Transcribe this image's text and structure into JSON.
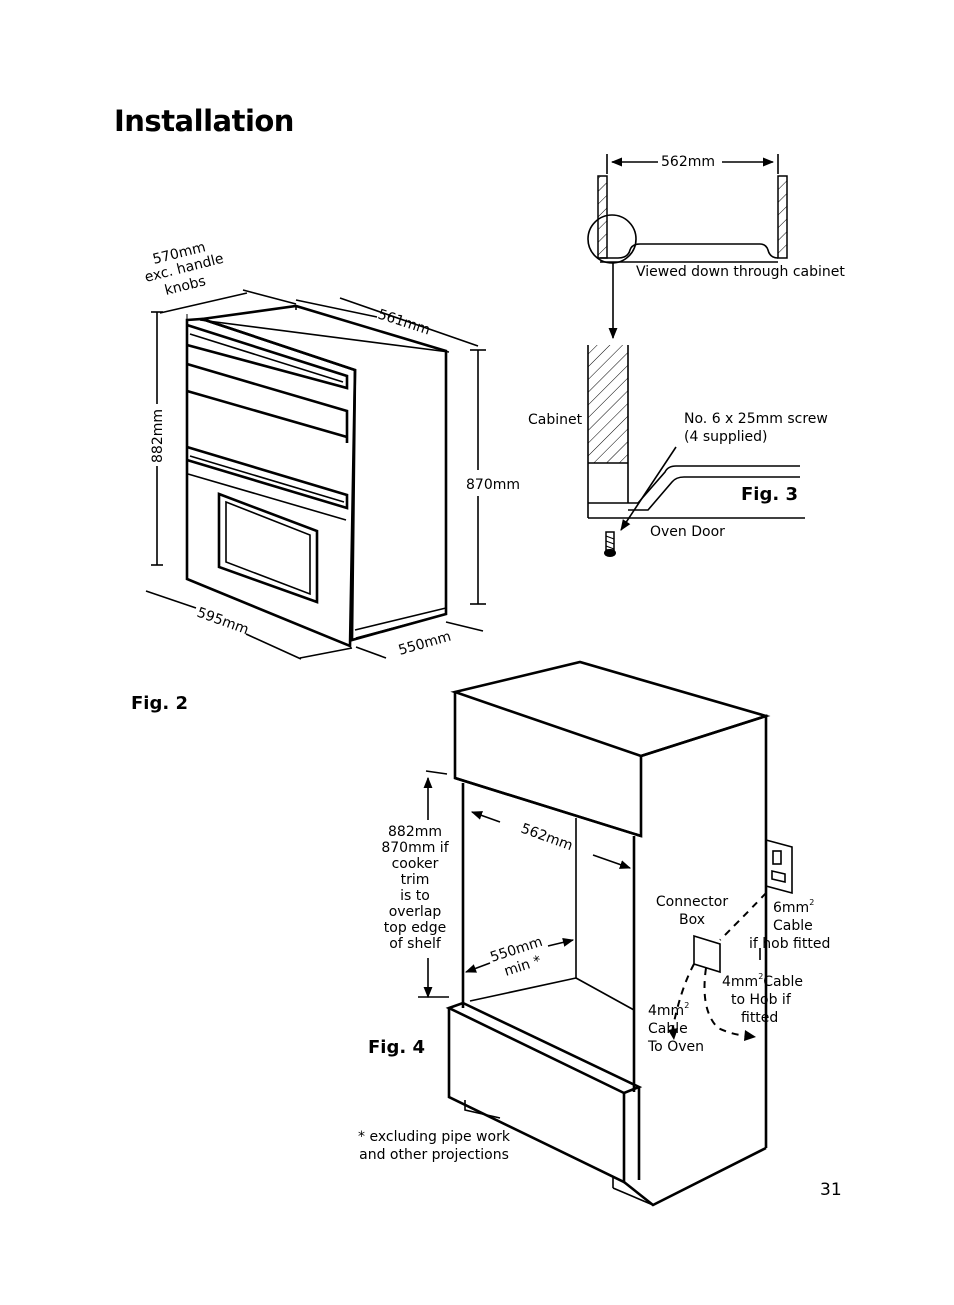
{
  "page": {
    "title": "Installation",
    "page_number": "31"
  },
  "fig2": {
    "caption": "Fig. 2",
    "handle_note": [
      "570mm",
      "exc. handle",
      "knobs"
    ],
    "depth_top": "561mm",
    "height_882": "882mm",
    "height_870": "870mm",
    "width": "595mm",
    "depth_bottom": "550mm"
  },
  "fig3": {
    "caption": "Fig. 3",
    "width": "562mm",
    "view_note": "Viewed down through cabinet",
    "cabinet": "Cabinet",
    "screw": [
      "No. 6 x 25mm screw",
      "(4 supplied)"
    ],
    "oven_door": "Oven Door"
  },
  "fig4": {
    "caption": "Fig. 4",
    "height_note": [
      "882mm",
      "870mm if",
      "cooker",
      "trim",
      "is to",
      "overlap",
      "top edge",
      "of shelf"
    ],
    "width": "562mm",
    "depth": [
      "550mm",
      "min *"
    ],
    "connector_box": [
      "Connector",
      "Box"
    ],
    "cable_6mm": [
      "6mm",
      "Cable",
      "if hob fitted"
    ],
    "cable_4mm_hob": [
      "4mm",
      "Cable",
      "to Hob if",
      "fitted"
    ],
    "cable_4mm_oven": [
      "4mm",
      "Cable",
      "To Oven"
    ],
    "superscript": "2",
    "footnote": [
      "* excluding pipe work",
      "and other projections"
    ]
  }
}
